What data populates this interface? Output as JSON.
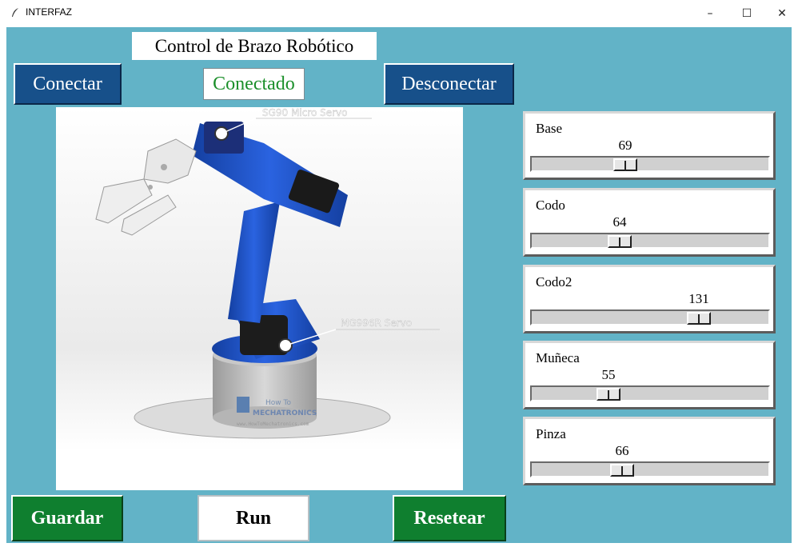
{
  "window": {
    "title": "INTERFAZ",
    "minimize_glyph": "–",
    "maximize_glyph": "☐",
    "close_glyph": "✕"
  },
  "header": {
    "title": "Control de Brazo Robótico"
  },
  "connection": {
    "connect_label": "Conectar",
    "status": "Conectado",
    "disconnect_label": "Desconectar"
  },
  "image": {
    "label_top": "SG90 Micro Servo",
    "label_bottom": "MG996R Servo",
    "logo_line1": "How To",
    "logo_line2": "MECHATRONICS",
    "logo_url": "www.HowToMechatronics.com"
  },
  "sliders": [
    {
      "label": "Base",
      "value": 69,
      "min": 0,
      "max": 180
    },
    {
      "label": "Codo",
      "value": 64,
      "min": 0,
      "max": 180
    },
    {
      "label": "Codo2",
      "value": 131,
      "min": 0,
      "max": 180
    },
    {
      "label": "Muñeca",
      "value": 55,
      "min": 0,
      "max": 180
    },
    {
      "label": "Pinza",
      "value": 66,
      "min": 0,
      "max": 180
    }
  ],
  "actions": {
    "save_label": "Guardar",
    "run_label": "Run",
    "reset_label": "Resetear"
  },
  "colors": {
    "background": "#62b3c7",
    "primary_button": "#17508a",
    "action_button": "#0f7f2f",
    "status_text": "#1b8f2a",
    "robot_blue": "#1f55c8"
  }
}
